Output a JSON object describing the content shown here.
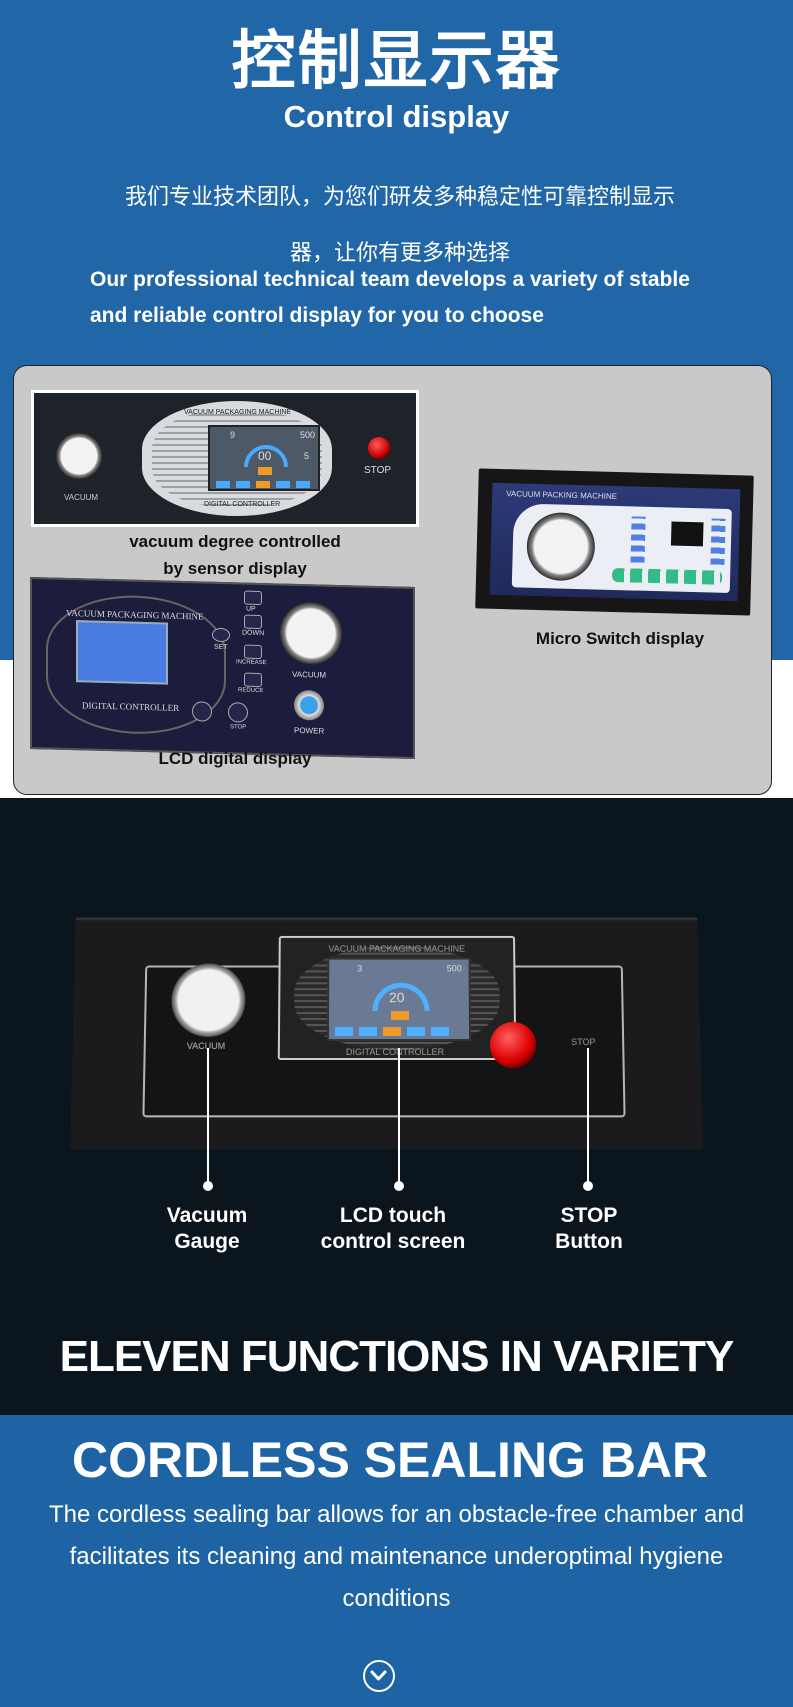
{
  "header": {
    "title_cn": "控制显示器",
    "title_en": "Control display",
    "desc_cn_line1": "我们专业技术团队，为您们研发多种稳定性可靠控制显示",
    "desc_cn_line2": "器，让你有更多种选择",
    "desc_en_line1": "Our professional technical team develops a variety of stable",
    "desc_en_line2": "and reliable control display for you to choose"
  },
  "displays": {
    "sensor": {
      "caption_line1": "vacuum degree controlled",
      "caption_line2": "by sensor display",
      "header_text": "VACUUM PACKAGING MACHINE",
      "footer_text": "DIGITAL CONTROLLER",
      "gauge_label": "VACUUM",
      "stop_label": "STOP",
      "timer": "00",
      "count": "9",
      "value": "500",
      "extra": "5"
    },
    "micro_switch": {
      "caption": "Micro Switch display",
      "header_text": "VACUUM PACKING MACHINE"
    },
    "lcd": {
      "caption": "LCD digital display",
      "header_text": "VACUUM PACKAGING MACHINE",
      "footer_text": "DIGITAL CONTROLLER",
      "gauge_label": "VACUUM",
      "power_label": "POWER",
      "btn_up": "UP",
      "btn_down": "DOWN",
      "btn_set": "SET",
      "btn_increase": "INCREASE",
      "btn_reduce": "REDUCE",
      "btn_stop": "STOP"
    }
  },
  "feature_panel": {
    "header_text": "VACUUM PACKAGING MACHINE",
    "footer_text": "DIGITAL CONTROLLER",
    "gauge_label": "VACUUM",
    "stop_label": "STOP",
    "timer": "20",
    "count": "3",
    "value": "500",
    "pointers": {
      "gauge": [
        "Vacuum",
        "Gauge"
      ],
      "screen": [
        "LCD touch",
        "control screen"
      ],
      "stop": [
        "STOP",
        "Button"
      ]
    }
  },
  "banner": {
    "functions": "ELEVEN FUNCTIONS IN VARIETY",
    "cordless_title": "CORDLESS SEALING BAR",
    "cordless_line1": "The cordless sealing bar allows for an obstacle-free chamber and",
    "cordless_line2": "facilitates its cleaning and maintenance underoptimal hygiene",
    "cordless_line3": "conditions"
  },
  "colors": {
    "blue": "#2167a8",
    "dark": "#0b151e",
    "panel_gray": "#c9c9c9"
  },
  "icons": {
    "scroll_down": "chevron-down-circle-icon"
  }
}
